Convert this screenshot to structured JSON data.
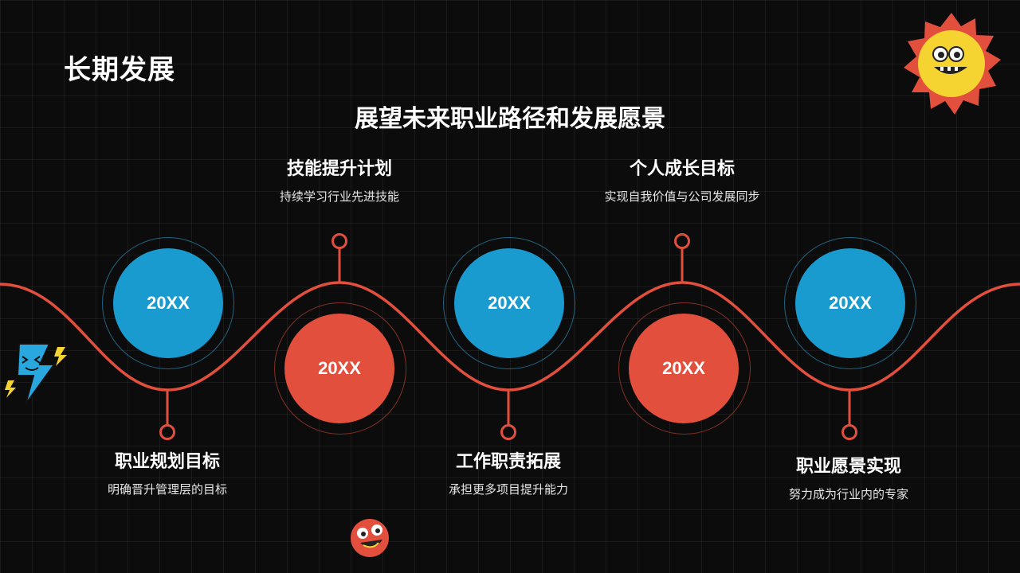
{
  "page": {
    "title": "长期发展",
    "subtitle": "展望未来职业路径和发展愿景"
  },
  "colors": {
    "background": "#0c0c0c",
    "accent_red": "#e24f3d",
    "accent_blue": "#1a9bd0",
    "text": "#ffffff"
  },
  "milestones": [
    {
      "year": "20XX",
      "title": "职业规划目标",
      "desc": "明确晋升管理层的目标",
      "color": "blue"
    },
    {
      "year": "20XX",
      "title": "技能提升计划",
      "desc": "持续学习行业先进技能",
      "color": "red"
    },
    {
      "year": "20XX",
      "title": "工作职责拓展",
      "desc": "承担更多项目提升能力",
      "color": "blue"
    },
    {
      "year": "20XX",
      "title": "个人成长目标",
      "desc": "实现自我价值与公司发展同步",
      "color": "red"
    },
    {
      "year": "20XX",
      "title": "职业愿景实现",
      "desc": "努力成为行业内的专家",
      "color": "blue"
    }
  ],
  "decorations": [
    "sun-mascot-icon",
    "lightning-mascot-icon",
    "laughing-face-icon"
  ]
}
